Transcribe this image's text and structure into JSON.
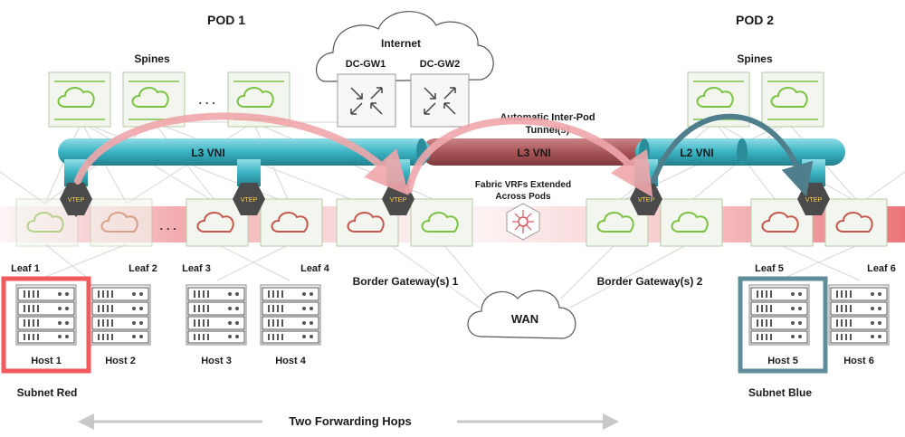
{
  "titles": {
    "pod1": "POD 1",
    "pod2": "POD 2",
    "internet": "Internet",
    "wan": "WAN"
  },
  "gateways": {
    "gw1": "DC-GW1",
    "gw2": "DC-GW2"
  },
  "spines": {
    "pod1": "Spines",
    "pod2": "Spines",
    "ellipsis": "· · ·"
  },
  "vni": {
    "l3_pod1": "L3 VNI",
    "l3_mid": "L3 VNI",
    "l2_pod2": "L2 VNI"
  },
  "tunnel_label": [
    "Automatic Inter-Pod",
    "Tunnel(s)"
  ],
  "fabric_label": [
    "Fabric VRFs Extended",
    "Across Pods"
  ],
  "vtep_label": "VTEP",
  "leafs": {
    "leaf1": "Leaf 1",
    "leaf2": "Leaf 2",
    "leaf3": "Leaf 3",
    "leaf4": "Leaf 4",
    "leaf5": "Leaf 5",
    "leaf6": "Leaf 6",
    "ellipsis": "· · ·"
  },
  "border": {
    "bg1": "Border Gateway(s) 1",
    "bg2": "Border Gateway(s) 2"
  },
  "hosts": {
    "host1": "Host 1",
    "host2": "Host 2",
    "host3": "Host 3",
    "host4": "Host 4",
    "host5": "Host 5",
    "host6": "Host 6"
  },
  "subnets": {
    "red": "Subnet Red",
    "blue": "Subnet Blue"
  },
  "footer": "Two Forwarding Hops",
  "colors": {
    "teal": "#3bb3c3",
    "dark_red": "#a85456",
    "red_band": "#e8666c",
    "pink_arrow": "#f0a7ab",
    "blue_arrow": "#4f7f8c",
    "green": "#7cc242",
    "hex": "#4a4a4a",
    "subnet_red": "#f15b5e",
    "subnet_blue": "#5f8e9a"
  }
}
